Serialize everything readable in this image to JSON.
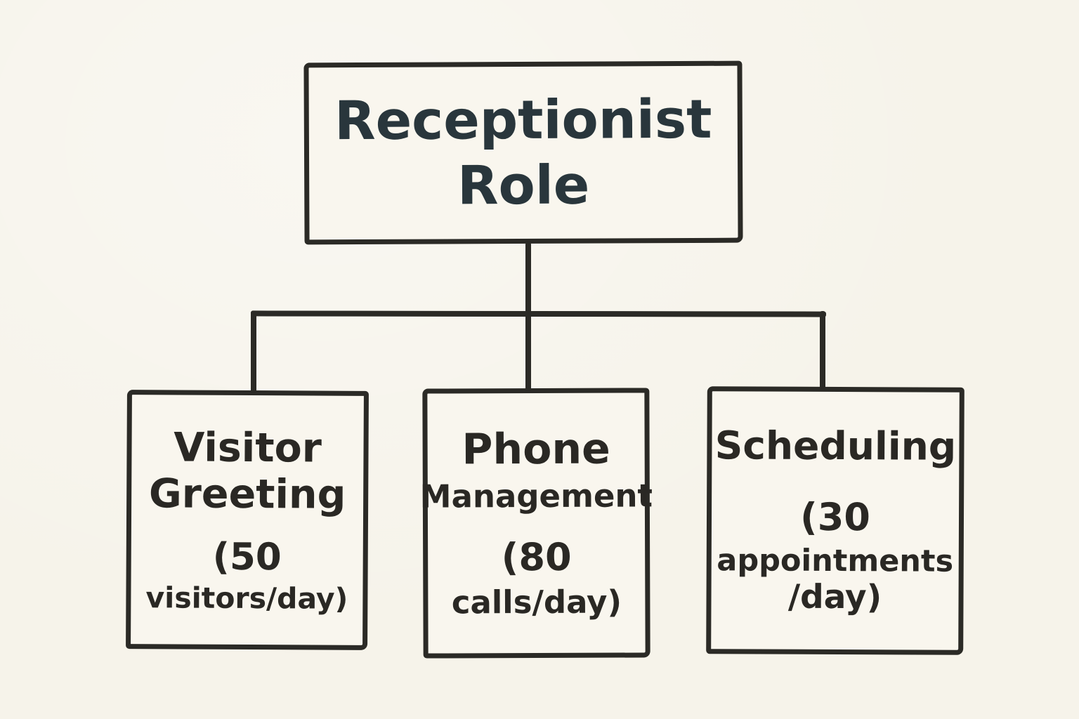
{
  "diagram": {
    "type": "org-chart",
    "colors": {
      "background": "#f6f3ea",
      "box_fill": "#f9f6ee",
      "ink": "#2b2a26",
      "root_text": "#29363c",
      "child_text": "#2a2824"
    },
    "root": {
      "label": "Receptionist Role",
      "lines": [
        "Receptionist",
        "Role"
      ]
    },
    "children": [
      {
        "label": "Visitor Greeting (50 visitors/day)",
        "metric": "50 visitors/day",
        "lines": [
          "Visitor",
          "Greeting",
          "(50",
          "visitors/day)"
        ]
      },
      {
        "label": "Phone Management (80 calls/day)",
        "metric": "80 calls/day",
        "lines": [
          "Phone",
          "Management",
          "(80",
          "calls/day)"
        ]
      },
      {
        "label": "Scheduling (30 appointments/day)",
        "metric": "30 appointments/day",
        "lines": [
          "Scheduling",
          "(30",
          "appointments",
          "/day)"
        ]
      }
    ]
  }
}
